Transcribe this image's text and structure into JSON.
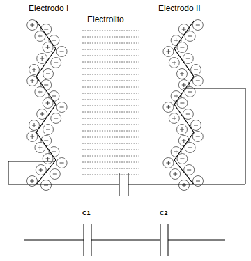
{
  "diagram": {
    "labels": [
      "Electrodo I",
      "Electrolito",
      "Electrodo II",
      "C1",
      "C2"
    ]
  }
}
